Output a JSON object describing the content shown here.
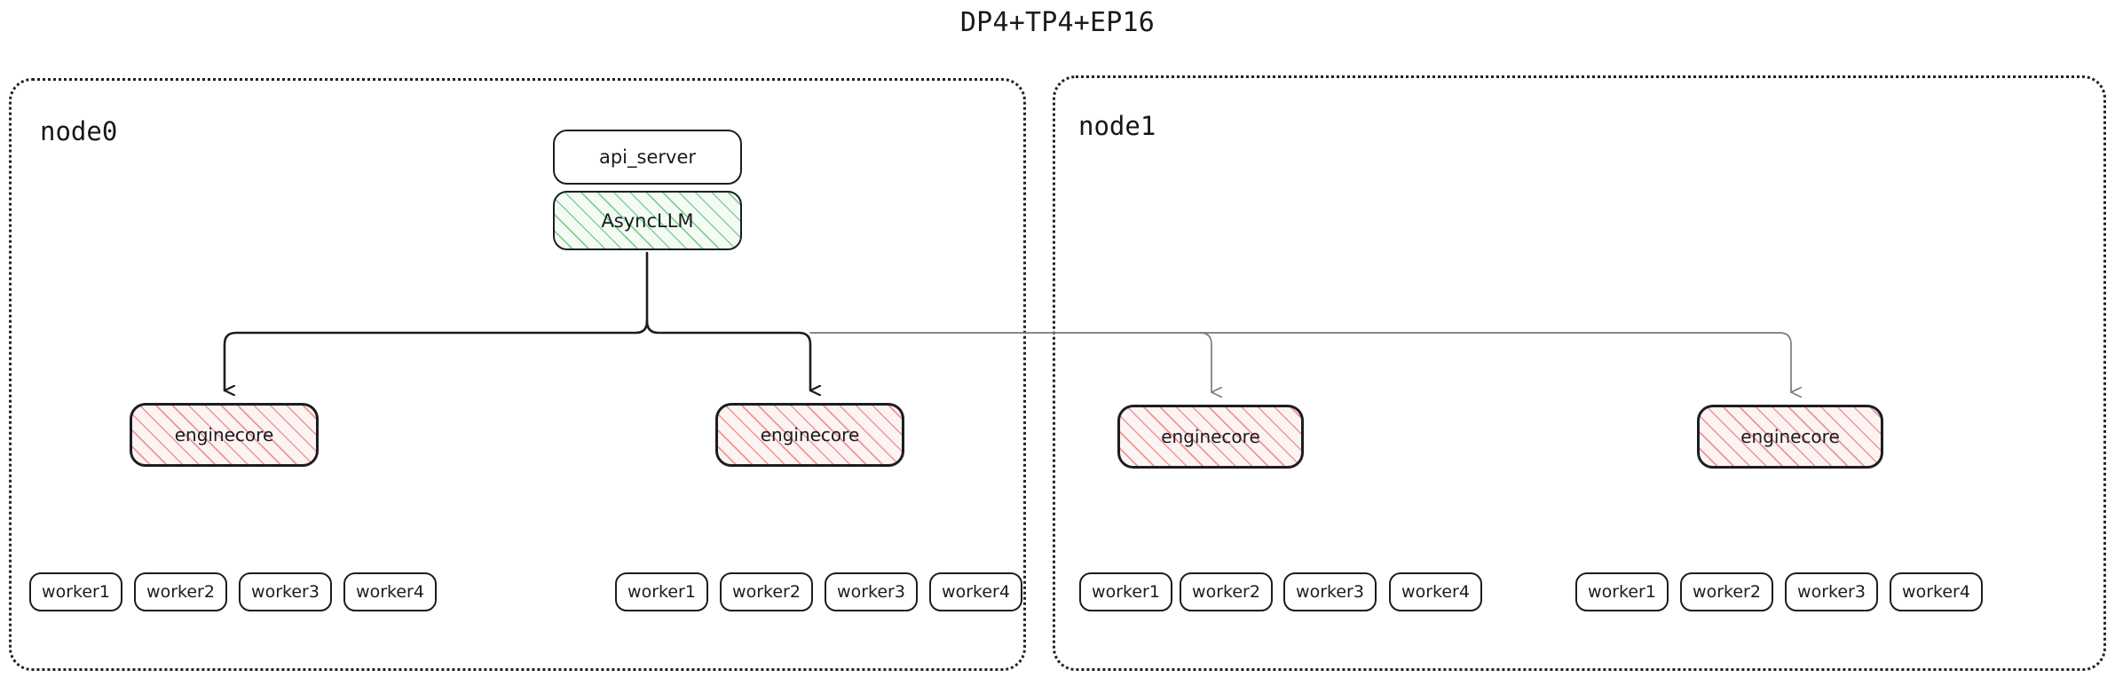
{
  "title": "DP4+TP4+EP16",
  "colors": {
    "background": "#ffffff",
    "stroke_dark": "#1d1d21",
    "stroke_light": "#7a7a7a",
    "node_border": "#20202a",
    "hatch_green": "#6ec882",
    "hatch_green_bg": "#f4fbf5",
    "hatch_red": "#e27878",
    "hatch_red_bg": "#fdf3f3",
    "text": "#1b1b1f"
  },
  "nodes": [
    {
      "id": "node0",
      "label": "node0",
      "engine_groups": [
        {
          "enginecore_label": "enginecore",
          "workers": [
            "worker1",
            "worker2",
            "worker3",
            "worker4"
          ]
        },
        {
          "enginecore_label": "enginecore",
          "workers": [
            "worker1",
            "worker2",
            "worker3",
            "worker4"
          ]
        }
      ]
    },
    {
      "id": "node1",
      "label": "node1",
      "engine_groups": [
        {
          "enginecore_label": "enginecore",
          "workers": [
            "worker1",
            "worker2",
            "worker3",
            "worker4"
          ]
        },
        {
          "enginecore_label": "enginecore",
          "workers": [
            "worker1",
            "worker2",
            "worker3",
            "worker4"
          ]
        }
      ]
    }
  ],
  "frontend": {
    "api_server_label": "api_server",
    "async_llm_label": "AsyncLLM"
  }
}
